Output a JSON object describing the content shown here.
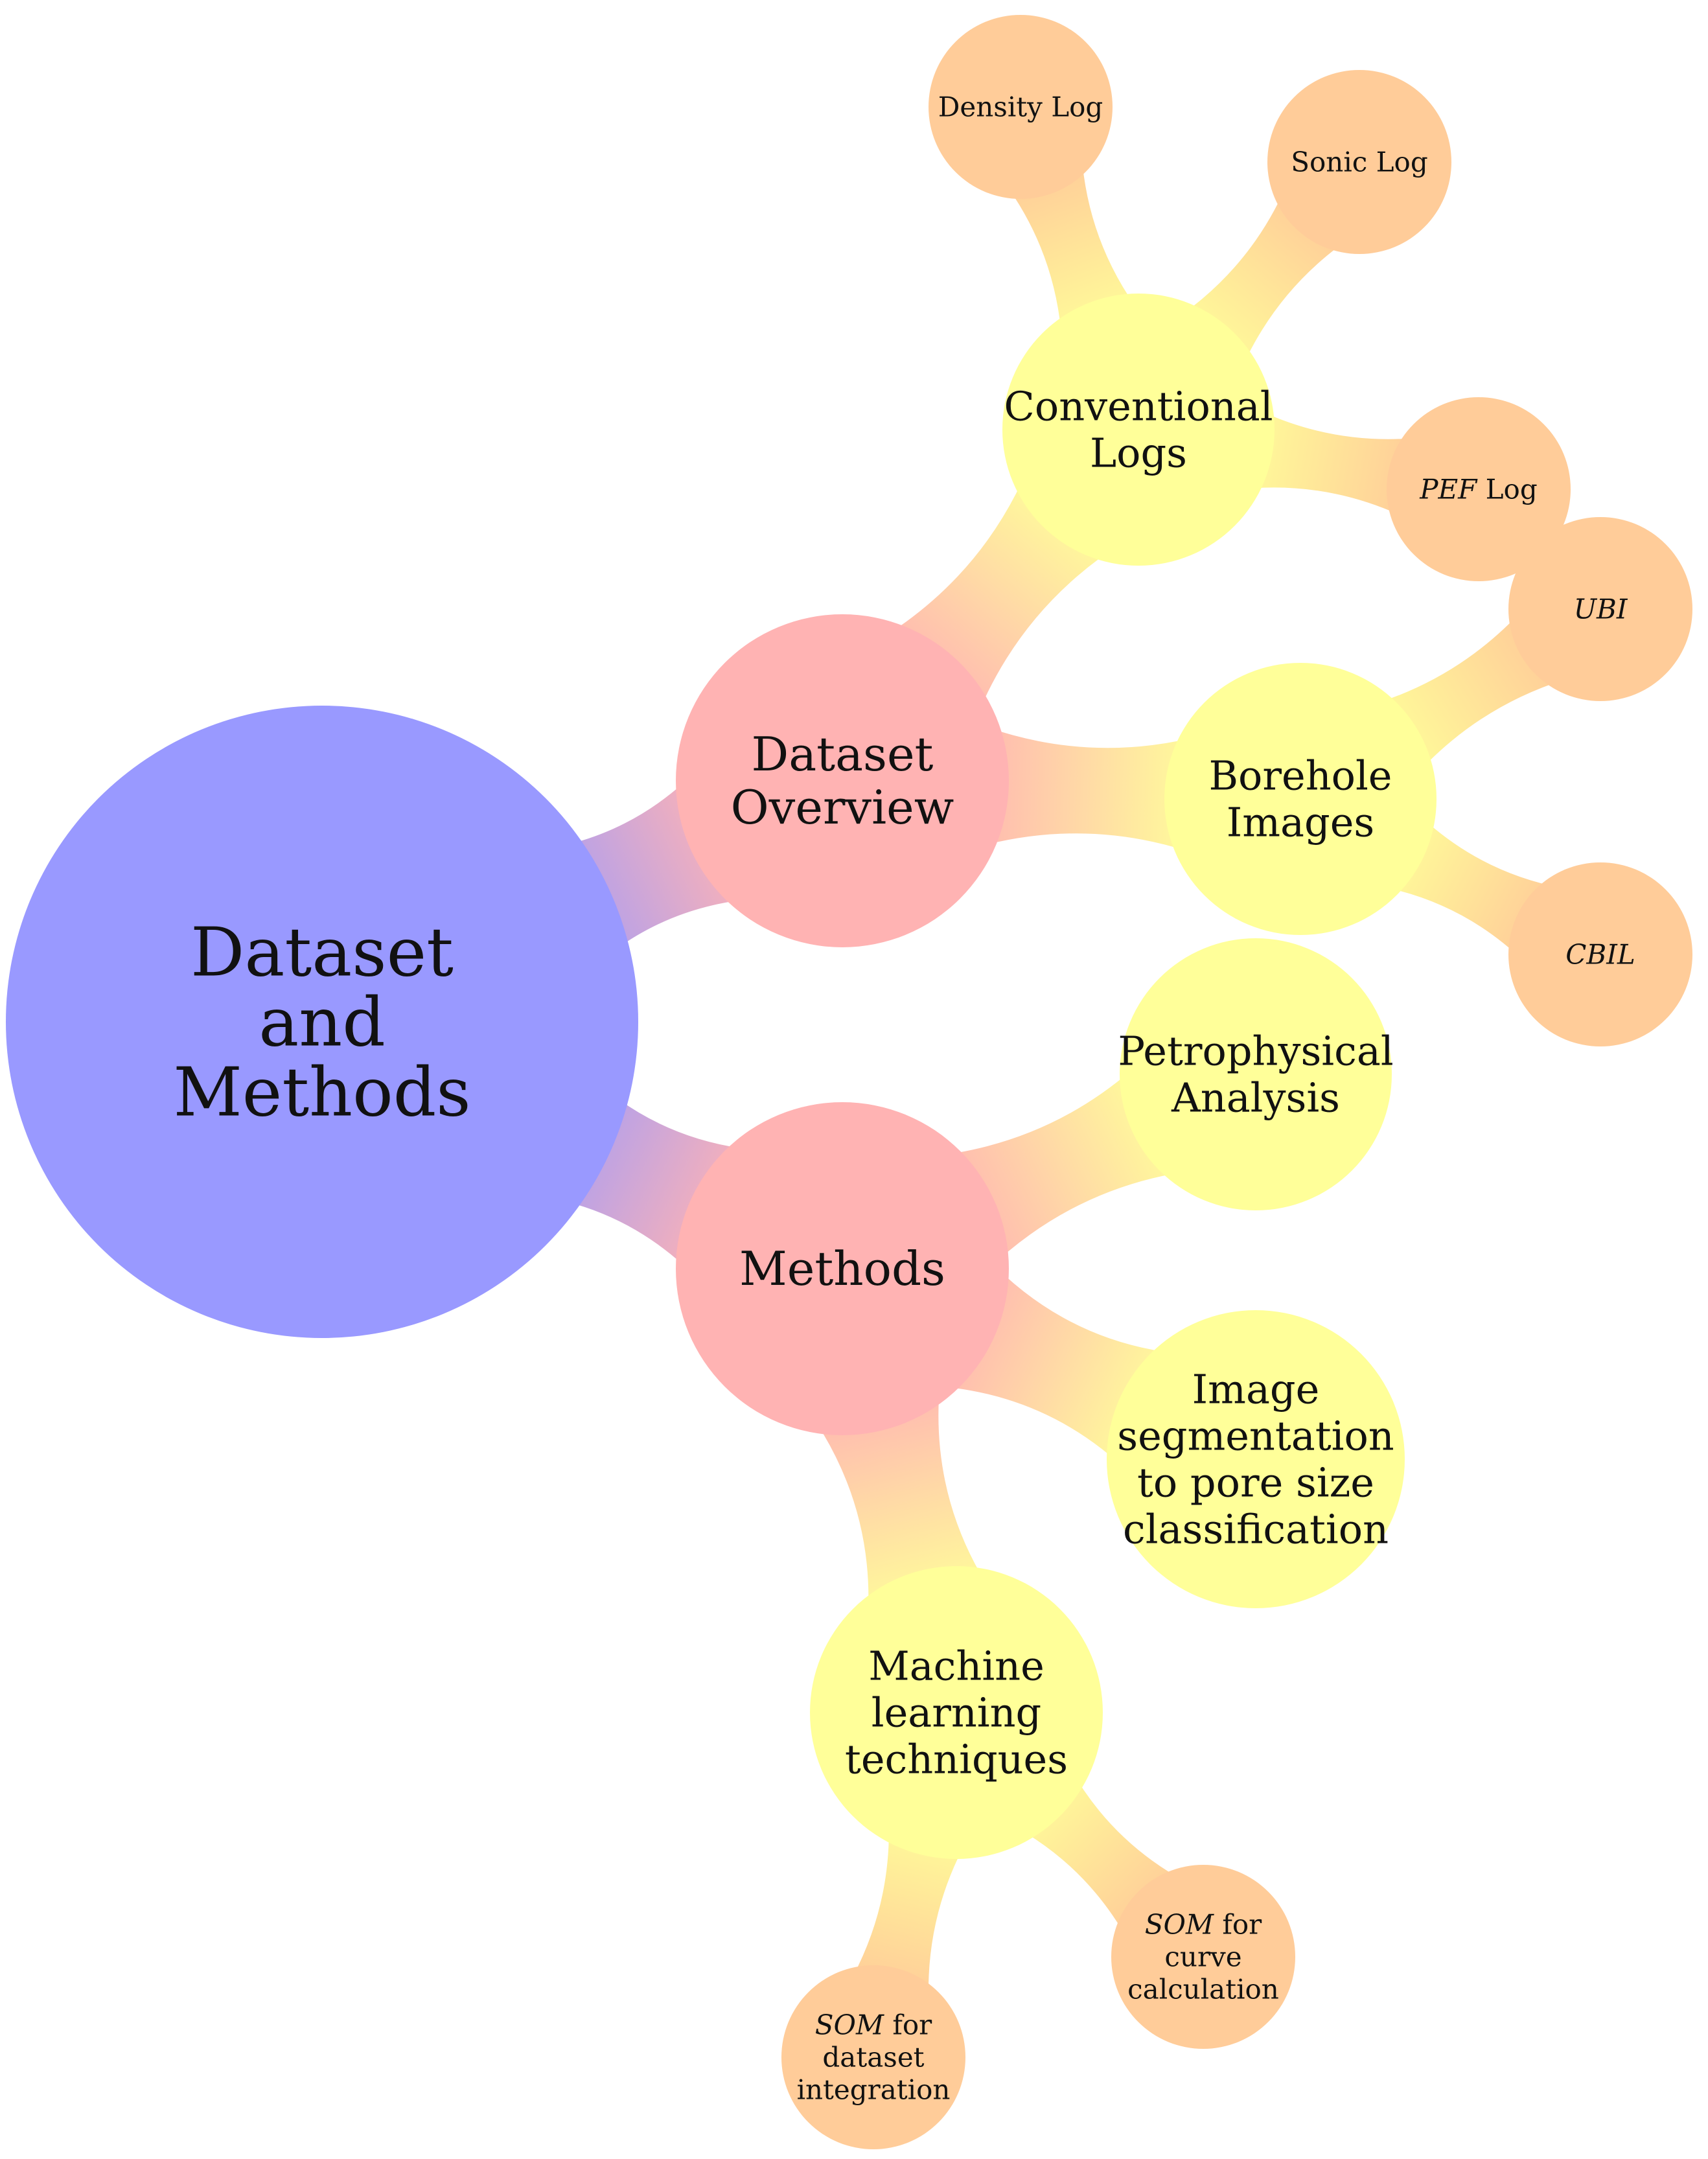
{
  "colors": {
    "root": "#9999ff",
    "level1": "#ffb3b3",
    "level2": "#ffff99",
    "leaf": "#ffcc99"
  },
  "root": {
    "lines": [
      "Dataset",
      "and",
      "Methods"
    ]
  },
  "dataset_overview": {
    "lines": [
      "Dataset",
      "Overview"
    ],
    "conventional_logs": {
      "lines": [
        "Conventional",
        "Logs"
      ],
      "density_log": {
        "lines": [
          [
            "Density Log"
          ]
        ]
      },
      "sonic_log": {
        "lines": [
          [
            "Sonic Log"
          ]
        ]
      },
      "pef_log": {
        "lines": [
          [
            "PEF",
            " Log"
          ]
        ]
      }
    },
    "borehole_images": {
      "lines": [
        "Borehole",
        "Images"
      ],
      "ubi": {
        "lines": [
          [
            "UBI"
          ]
        ]
      },
      "cbil": {
        "lines": [
          [
            "CBIL"
          ]
        ]
      }
    }
  },
  "methods": {
    "lines": [
      "Methods"
    ],
    "petrophysical_analysis": {
      "lines": [
        "Petrophysical",
        "Analysis"
      ]
    },
    "image_segmentation": {
      "lines": [
        "Image",
        "segmentation",
        "to pore size",
        "classification"
      ]
    },
    "machine_learning": {
      "lines": [
        "Machine",
        "learning",
        "techniques"
      ],
      "som_curve": {
        "lines": [
          [
            "SOM",
            " for"
          ],
          [
            "curve"
          ],
          [
            "calculation"
          ]
        ]
      },
      "som_dataset": {
        "lines": [
          [
            "SOM",
            " for"
          ],
          [
            "dataset"
          ],
          [
            "integration"
          ]
        ]
      }
    }
  }
}
